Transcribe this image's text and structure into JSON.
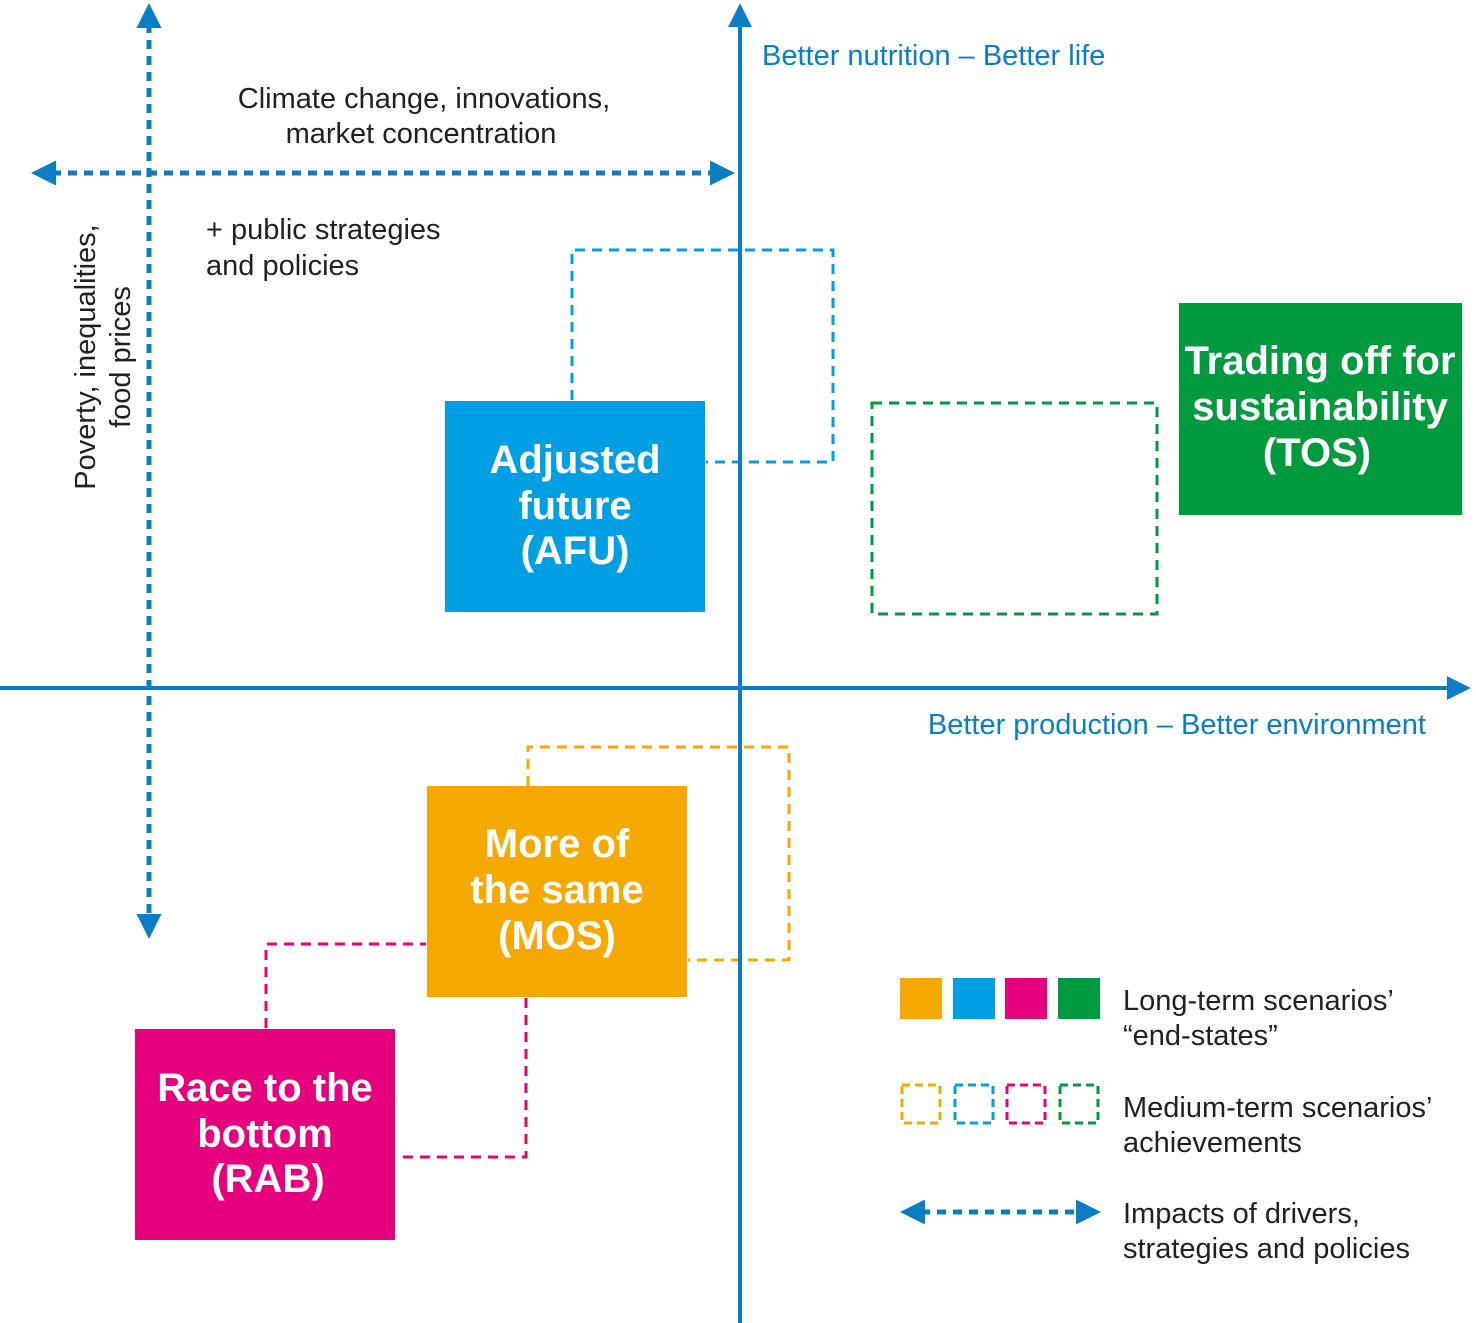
{
  "axes": {
    "y_label": "Better nutrition – Better life",
    "x_label": "Better production – Better environment"
  },
  "drivers": {
    "horizontal_line1": "Climate change, innovations,",
    "horizontal_line2": "market concentration",
    "public_line1": "+ public strategies",
    "public_line2": "and policies",
    "vertical_line1": "Poverty, inequalities,",
    "vertical_line2": "food prices"
  },
  "scenarios": {
    "afu": {
      "line1": "Adjusted",
      "line2": "future",
      "line3": "(AFU)",
      "color": "#009fe3"
    },
    "tos": {
      "line1": "Trading off for",
      "line2": "sustainability",
      "line3": "(TOS)",
      "color": "#009a3e"
    },
    "mos": {
      "line1": "More of",
      "line2": "the same",
      "line3": "(MOS)",
      "color": "#f5a800"
    },
    "rab": {
      "line1": "Race to the",
      "line2": "bottom",
      "line3": "(RAB)",
      "color": "#e6007e"
    }
  },
  "legend": {
    "long_term_line1": "Long-term scenarios’",
    "long_term_line2": "“end-states”",
    "medium_term_line1": "Medium-term scenarios’",
    "medium_term_line2": "achievements",
    "impacts_line1": "Impacts of drivers,",
    "impacts_line2": "strategies and policies"
  },
  "colors": {
    "axis": "#0a7dc4",
    "orange": "#f5a800",
    "blue": "#009fe3",
    "magenta": "#e6007e",
    "green": "#009a3e"
  }
}
